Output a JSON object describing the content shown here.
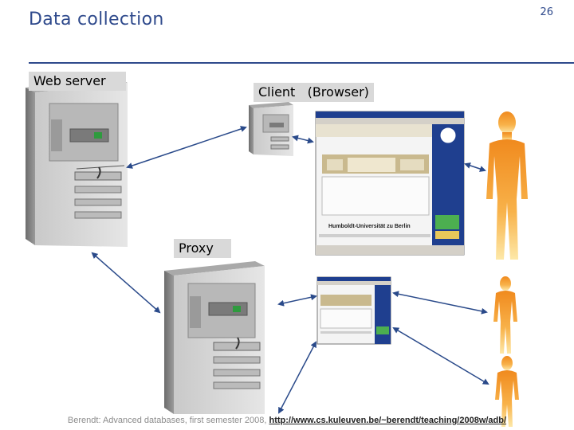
{
  "slide": {
    "title": "Data collection",
    "page_number": "26"
  },
  "labels": {
    "web_server": "Web server",
    "client": "Client   (Browser)",
    "proxy": "Proxy"
  },
  "browser_screens": {
    "heading": "Humboldt-Universität zu Berlin"
  },
  "footer": {
    "text": "Berendt: Advanced databases, first semester 2008, ",
    "link": "http://www.cs.kuleuven.be/~berendt/teaching/2008w/adb/"
  },
  "colors": {
    "title": "#2f4a8c",
    "label_bg": "#d9d9d9",
    "arrow": "#2a4a8a",
    "browser_sidebar": "#1f3f8f",
    "person_top": "#f08a1e",
    "person_bottom": "#fde8a8"
  }
}
